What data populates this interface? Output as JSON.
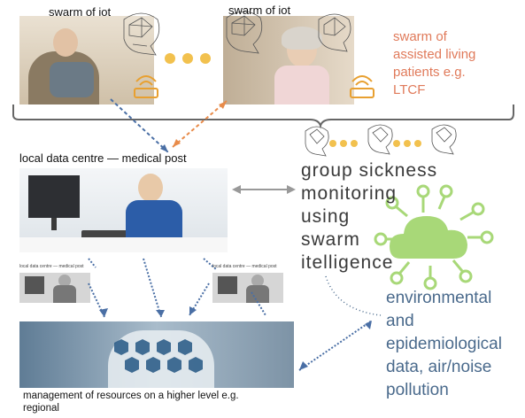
{
  "labels": {
    "swarm_iot_1": "swarm of iot",
    "swarm_iot_2": "swarm of iot",
    "patients": [
      "swarm of",
      "assisted living",
      "patients e.g.",
      "LTCF"
    ],
    "local_centre": "local data centre — medical post",
    "small_centre_1": "local data centre — medical post",
    "small_centre_2": "local data centre — medical post",
    "group": [
      "group  sickness",
      "monitoring",
      "using",
      "swarm",
      "itelligence"
    ],
    "environmental": [
      "environmental",
      "and",
      "epidemiological",
      "data, air/noise",
      "pollution"
    ],
    "management": [
      "management of resources on a higher level e.g.",
      "regional"
    ]
  },
  "colors": {
    "dot_orange": "#f2c14e",
    "patients_text": "#e07a5a",
    "env_text": "#4a6a8c",
    "arrow_blue": "#4a6fa5",
    "arrow_orange": "#e88b4a",
    "cloud_green": "#a8d878"
  },
  "icons": [
    "brain-mesh-icon",
    "router-icon",
    "cloud-network-icon"
  ]
}
